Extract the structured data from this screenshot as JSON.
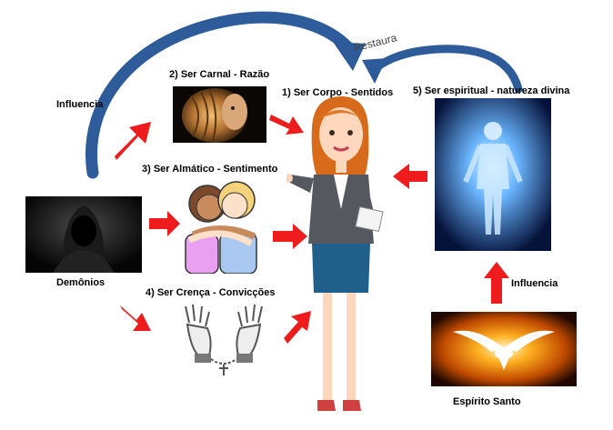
{
  "labels": {
    "restaura": "Restaura",
    "influencia_top": "Influencia",
    "ser_carnal": "2) Ser Carnal - Razão",
    "ser_corpo": "1) Ser Corpo - Sentidos",
    "ser_espiritual": "5) Ser espiritual - natureza divina",
    "ser_almatico": "3) Ser Almático - Sentimento",
    "demonios": "Demônios",
    "ser_crenca": "4) Ser Crença - Convicções",
    "influencia_right": "Influencia",
    "espirito_santo": "Espírito Santo"
  },
  "colors": {
    "arrow_red": "#ee1c1c",
    "curve_blue": "#2e5c9a"
  }
}
